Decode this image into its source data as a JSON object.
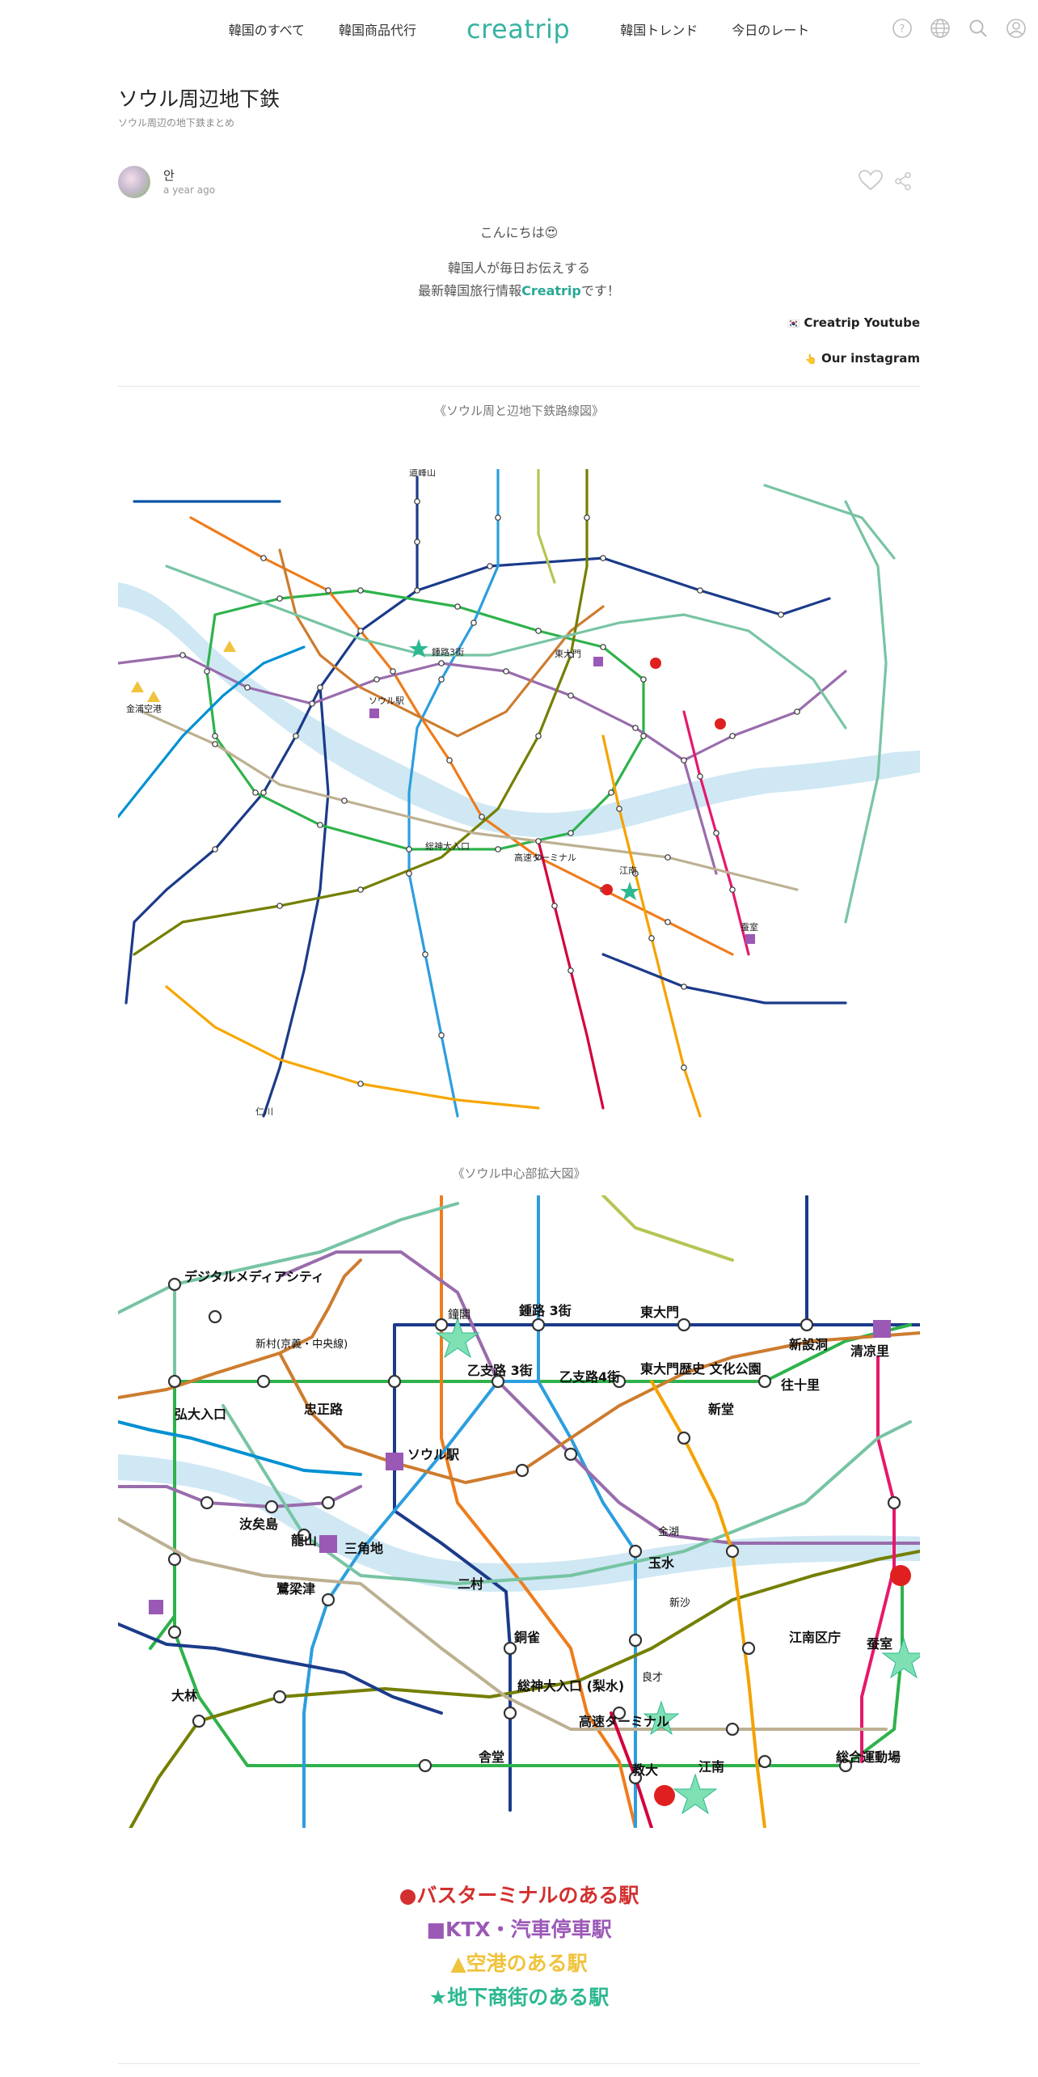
{
  "nav": {
    "left_links": [
      "韓国のすべて",
      "韓国商品代行"
    ],
    "logo": "creatrip",
    "right_links": [
      "韓国トレンド",
      "今日のレート"
    ],
    "icons": [
      "help-icon",
      "globe-icon",
      "search-icon",
      "user-icon"
    ]
  },
  "article": {
    "title": "ソウル周辺地下鉄",
    "subtitle": "ソウル周辺の地下鉄まとめ",
    "author": "안",
    "date": "a year ago"
  },
  "body": {
    "greeting": "こんにちは😍",
    "line1": "韓国人が毎日お伝えする",
    "line2_prefix": "最新韓国旅行情報",
    "line2_brand": "Creatrip",
    "line2_suffix": "です！",
    "youtube_icon": "🇰🇷",
    "youtube_link": "Creatrip Youtube",
    "instagram_icon": "👆",
    "instagram_link": "Our instagram"
  },
  "maps": {
    "caption_full": "《ソウル周と辺地下鉄路線図》",
    "caption_zoom": "《ソウル中心部拡大図》",
    "full_labels": [
      "道峰山",
      "ソウル駅",
      "鍾路3街",
      "東大門",
      "総神大入口",
      "高速ターミナル",
      "江南",
      "蚕室",
      "金浦空港",
      "仁川"
    ],
    "zoom_labels": {
      "dmc": "デジタルメディアシティ",
      "sinchon": "新村(京義・中央線)",
      "hongik": "弘大入口",
      "seoul": "ソウル駅",
      "jonggak": "鐘閣",
      "jongno3": "鍾路\n3街",
      "euljiro3": "乙支路\n3街",
      "euljiro4": "乙支路4街",
      "ddp": "東大門歴史\n文化公園",
      "dongdaemun": "東大門",
      "sindang": "新堂",
      "wangsimni": "往十里",
      "sinseoldong": "新設洞",
      "cheongnyangni": "清凉里",
      "yongsan": "龍山",
      "samgakji": "三角地",
      "yeouido": "汝矣島",
      "noryangjin": "鷺梁津",
      "ichon": "二村",
      "oksu": "玉水",
      "dongjak": "銅雀",
      "gangnamgu": "江南区庁",
      "express": "高速ターミナル",
      "gyodae": "教大",
      "gangnam": "江南",
      "sports": "総合運動場",
      "chongshin": "総神大入口\n(梨水)",
      "daerim": "大林",
      "sadang": "舎堂",
      "jamsil": "蚕室",
      "chungjeongno": "忠正路",
      "sinsa": "新沙",
      "geumho": "金湖",
      "yangjae": "良才"
    }
  },
  "legend": {
    "bus": "●バスターミナルのある駅",
    "ktx": "■KTX・汽車停車駅",
    "airport": "▲空港のある駅",
    "mall": "★地下商街のある駅"
  },
  "colors": {
    "brand": "#37b3a2",
    "bus": "#d32f2f",
    "ktx": "#9b59b6",
    "airport": "#f0c33c",
    "mall": "#2db891"
  }
}
